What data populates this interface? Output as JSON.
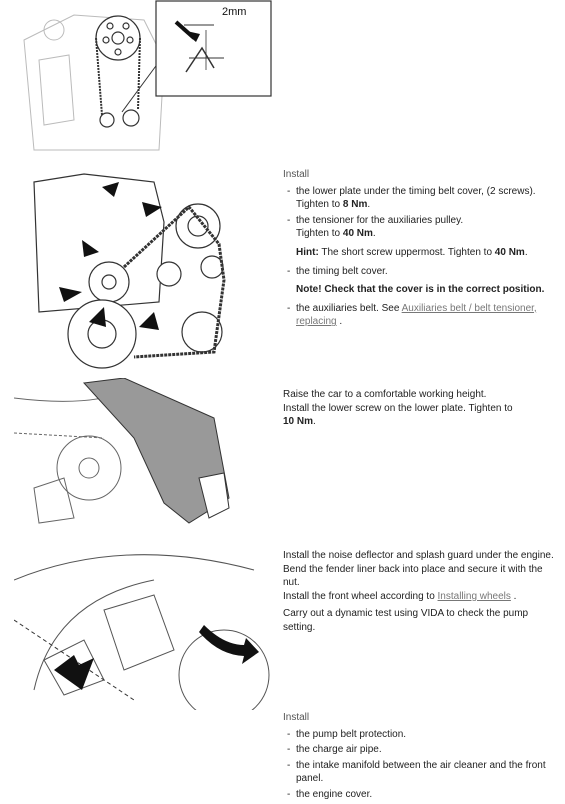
{
  "figures": {
    "f1": {
      "dimension_label": "2mm"
    }
  },
  "section2": {
    "heading": "Install",
    "plate_item": "the lower plate under the timing belt cover, (2 screws).",
    "plate_tighten": "Tighten to ",
    "plate_value": "8 Nm",
    "plate_end": ".",
    "tensioner_item": "the tensioner for the auxiliaries pulley.",
    "tensioner_tighten": "Tighten to ",
    "tensioner_value": "40 Nm",
    "tensioner_end": ".",
    "hint_label": "Hint:",
    "hint_text": " The short screw uppermost. Tighten to ",
    "hint_value": "40 Nm",
    "hint_end": ".",
    "cover_item": "the timing belt cover.",
    "note_text": "Note! Check that the cover is in the correct position.",
    "aux_item_pre": "the auxiliaries belt. See ",
    "aux_link": "Auxiliaries belt / belt tensioner, replacing",
    "aux_item_post": " ."
  },
  "section3": {
    "line1": "Raise the car to a comfortable working height.",
    "line2": "Install the lower screw on the lower plate. Tighten to",
    "value": "10 Nm",
    "end": "."
  },
  "section4": {
    "line1": "Install the noise deflector and splash guard under the engine.",
    "line2": "Bend the fender liner back into place and secure it with the nut.",
    "line3_pre": "Install the front wheel according to ",
    "line3_link": "Installing wheels",
    "line3_post": " .",
    "para2": "Carry out a dynamic test using VIDA to check the pump setting."
  },
  "section5": {
    "heading": "Install",
    "items": [
      "the pump belt protection.",
      "the charge air pipe.",
      "the intake manifold between the air cleaner and the front panel.",
      "the engine cover."
    ]
  }
}
